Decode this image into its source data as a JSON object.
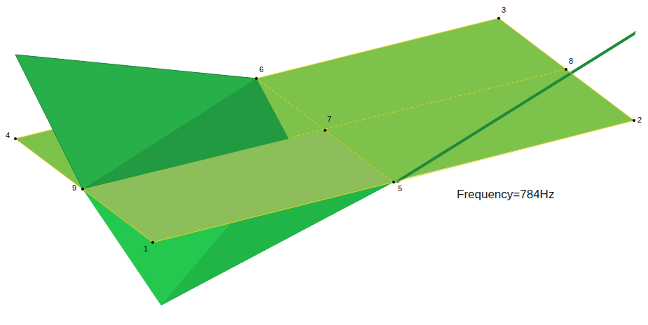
{
  "diagram": {
    "labels": [
      "3",
      "8",
      "6",
      "4",
      "7",
      "2",
      "9",
      "5",
      "Frequency=784Hz",
      "1"
    ]
  }
}
